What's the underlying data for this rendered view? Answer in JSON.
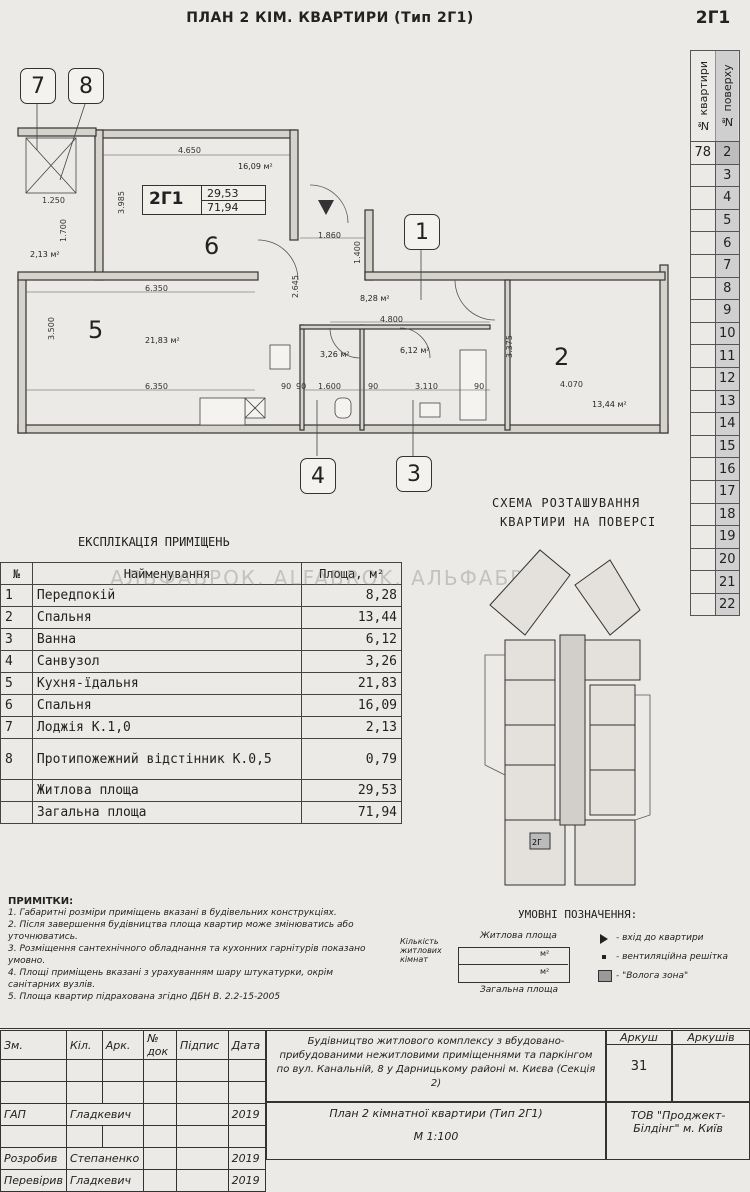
{
  "title": "ПЛАН 2 КІМ. КВАРТИРИ (Тип 2Г1)",
  "type_code": "2Г1",
  "floor_table": {
    "header_left": "№ квартири",
    "header_right": "№ поверху",
    "apartment_no": "78",
    "floors": [
      "2",
      "3",
      "4",
      "5",
      "6",
      "7",
      "8",
      "9",
      "10",
      "11",
      "12",
      "13",
      "14",
      "15",
      "16",
      "17",
      "18",
      "19",
      "20",
      "21",
      "22"
    ]
  },
  "plan": {
    "callouts": [
      "7",
      "8",
      "1",
      "4",
      "3"
    ],
    "info_box": {
      "code": "2Г1",
      "living": "29,53",
      "total": "71,94"
    },
    "rooms": [
      {
        "num": "6",
        "area": "16,09 м²"
      },
      {
        "num": "5",
        "area": "21,83 м²"
      },
      {
        "num": "2",
        "area": "13,44 м²"
      },
      {
        "num": "",
        "area": "8,28 м²"
      },
      {
        "num": "",
        "area": "3,26 м²"
      },
      {
        "num": "",
        "area": "6,12 м²"
      },
      {
        "num": "",
        "area": "2,13 м²"
      }
    ],
    "dims": [
      "4.650",
      "6.350",
      "6.350",
      "1.860",
      "4.800",
      "3.110",
      "1.600",
      "4.070",
      "3.985",
      "3.500",
      "3.375",
      "2.645",
      "1.400",
      "1.250",
      "1.700",
      "90",
      "90",
      "90",
      "90"
    ]
  },
  "explication": {
    "heading": "ЕКСПЛІКАЦІЯ ПРИМІЩЕНЬ",
    "col_no": "№",
    "col_name": "Найменування",
    "col_area": "Площа, м²",
    "rows": [
      {
        "no": "1",
        "name": "Передпокій",
        "area": "8,28"
      },
      {
        "no": "2",
        "name": "Спальня",
        "area": "13,44"
      },
      {
        "no": "3",
        "name": "Ванна",
        "area": "6,12"
      },
      {
        "no": "4",
        "name": "Санвузол",
        "area": "3,26"
      },
      {
        "no": "5",
        "name": "Кухня-їдальня",
        "area": "21,83"
      },
      {
        "no": "6",
        "name": "Спальня",
        "area": "16,09"
      },
      {
        "no": "7",
        "name": "Лоджія    К.1,0",
        "area": "2,13"
      },
      {
        "no": "8",
        "name": "Протипожежний відстінник К.0,5",
        "area": "0,79"
      }
    ],
    "living_label": "Житлова площа",
    "living_value": "29,53",
    "total_label": "Загальна площа",
    "total_value": "71,94"
  },
  "watermark": "АЛЬФАБРОК. ALFABROK. АЛЬФАБРОК",
  "scheme_title_1": "СХЕМА РОЗТАШУВАННЯ",
  "scheme_title_2": "КВАРТИРИ НА ПОВЕРСІ",
  "scheme_code": "2Г",
  "notes": {
    "heading": "ПРИМІТКИ:",
    "items": [
      "1. Габаритні розміри приміщень вказані в будівельних конструкціях.",
      "2. Після завершення будівництва площа квартир може змінюватись або уточнюватись.",
      "3. Розміщення сантехнічного обладнання та кухонних гарнітурів показано умовно.",
      "4. Площі приміщень вказані з урахуванням шару штукатурки, окрім санітарних вузлів.",
      "5. Площа квартир підрахована згідно ДБН В. 2.2-15-2005"
    ]
  },
  "legend": {
    "heading": "УМОВНІ ПОЗНАЧЕННЯ:",
    "rooms_count": "Кількість житлових кімнат",
    "living": "Житлова площа",
    "total": "Загальна площа",
    "unit": "м²",
    "entry": "- вхід до квартири",
    "vent": "- вентиляційна решітка",
    "wet": "- \"Волога зона\""
  },
  "stamp": {
    "headers": [
      "Зм.",
      "Кіл.",
      "Арк.",
      "№ док",
      "Підпис",
      "Дата"
    ],
    "project": "Будівництво житлового комплексу з вбудовано-прибудованими нежитловими приміщеннями та паркінгом по вул. Канальній, 8 у Дарницькому районі м. Києва (Секція 2)",
    "sheet_label": "Аркуш",
    "sheets_label": "Аркушів",
    "sheet_no": "31",
    "people": [
      {
        "role": "ГАП",
        "name": "Гладкевич",
        "date": "2019"
      },
      {
        "role": "Розробив",
        "name": "Степаненко",
        "date": "2019"
      },
      {
        "role": "Перевірив",
        "name": "Гладкевич",
        "date": "2019"
      }
    ],
    "drawing_title": "План 2 кімнатної квартири (Тип 2Г1)",
    "scale": "М 1:100",
    "company": "ТОВ \"Проджект-Білдінг\" м. Київ"
  }
}
